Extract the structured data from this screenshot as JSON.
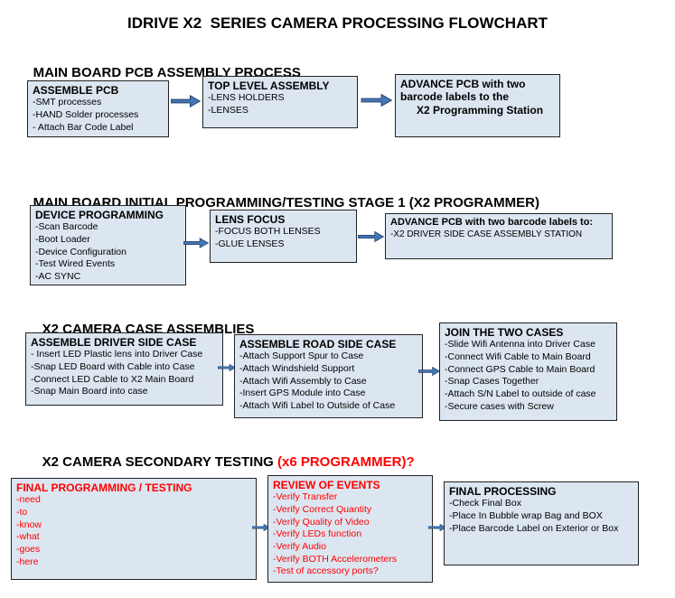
{
  "title": "IDRIVE X2  SERIES CAMERA PROCESSING FLOWCHART",
  "colors": {
    "box_fill": "#dce6f1",
    "box_border": "#222222",
    "arrow_blue": "#4576b5",
    "alert_red": "#ff0000",
    "text_black": "#000000"
  },
  "sections": [
    {
      "heading": "MAIN BOARD PCB ASSEMBLY PROCESS",
      "boxes": [
        {
          "title": "ASSEMBLE PCB",
          "items": [
            "-SMT processes",
            "-HAND Solder processes",
            "- Attach Bar Code Label"
          ]
        },
        {
          "title": "TOP LEVEL ASSEMBLY",
          "items": [
            "-LENS HOLDERS",
            "-LENSES"
          ]
        },
        {
          "title": "ADVANCE PCB with two barcode labels to the",
          "subtitle": "X2 Programming Station",
          "items": []
        }
      ]
    },
    {
      "heading": "MAIN BOARD INITIAL PROGRAMMING/TESTING STAGE 1 (X2 PROGRAMMER)",
      "boxes": [
        {
          "title": "DEVICE PROGRAMMING",
          "items": [
            "-Scan Barcode",
            "-Boot Loader",
            "-Device Configuration",
            "-Test Wired Events",
            "-AC SYNC"
          ]
        },
        {
          "title": "LENS FOCUS",
          "items": [
            "-FOCUS BOTH LENSES",
            "-GLUE LENSES"
          ]
        },
        {
          "title": "ADVANCE PCB with two barcode labels to:",
          "items": [
            "-X2 DRIVER  SIDE  CASE  ASSEMBLY STATION"
          ]
        }
      ]
    },
    {
      "heading": "X2 CAMERA CASE ASSEMBLIES",
      "boxes": [
        {
          "title": "ASSEMBLE DRIVER SIDE CASE",
          "items": [
            "- Insert LED Plastic lens into Driver Case",
            "-Snap LED Board with Cable into Case",
            "-Connect LED Cable to X2 Main Board",
            "-Snap Main Board into case"
          ]
        },
        {
          "title": "ASSEMBLE ROAD SIDE CASE",
          "items": [
            "-Attach Support Spur to Case",
            "-Attach Windshield Support",
            "-Attach Wifi Assembly to Case",
            "-Insert GPS Module into Case",
            "-Attach Wifi Label to Outside of Case"
          ]
        },
        {
          "title": "JOIN THE TWO CASES",
          "items": [
            "-Slide Wifi Antenna into Driver Case",
            "-Connect Wifi Cable to Main Board",
            "-Connect GPS Cable to Main Board",
            "-Snap Cases Together",
            "-Attach S/N Label to outside of case",
            "-Secure cases with Screw"
          ]
        }
      ]
    },
    {
      "heading": "X2 CAMERA SECONDARY TESTING ",
      "heading_accent": "(x6 PROGRAMMER)?",
      "boxes": [
        {
          "title": "FINAL PROGRAMMING / TESTING",
          "items": [
            "-need",
            "-to",
            "-know",
            "-what",
            "-goes",
            "-here"
          ]
        },
        {
          "title": "REVIEW OF EVENTS",
          "items": [
            "-Verify Transfer",
            "-Verify Correct Quantity",
            "-Verify Quality of Video",
            "-Verify LEDs function",
            "-Verify Audio",
            "-Verify BOTH Accelerometers",
            "-Test of accessory ports?"
          ]
        },
        {
          "title": "FINAL PROCESSING",
          "items": [
            "-Check Final Box",
            "-Place In Bubble wrap Bag and BOX",
            "-Place Barcode Label on Exterior or Box"
          ]
        }
      ]
    }
  ]
}
